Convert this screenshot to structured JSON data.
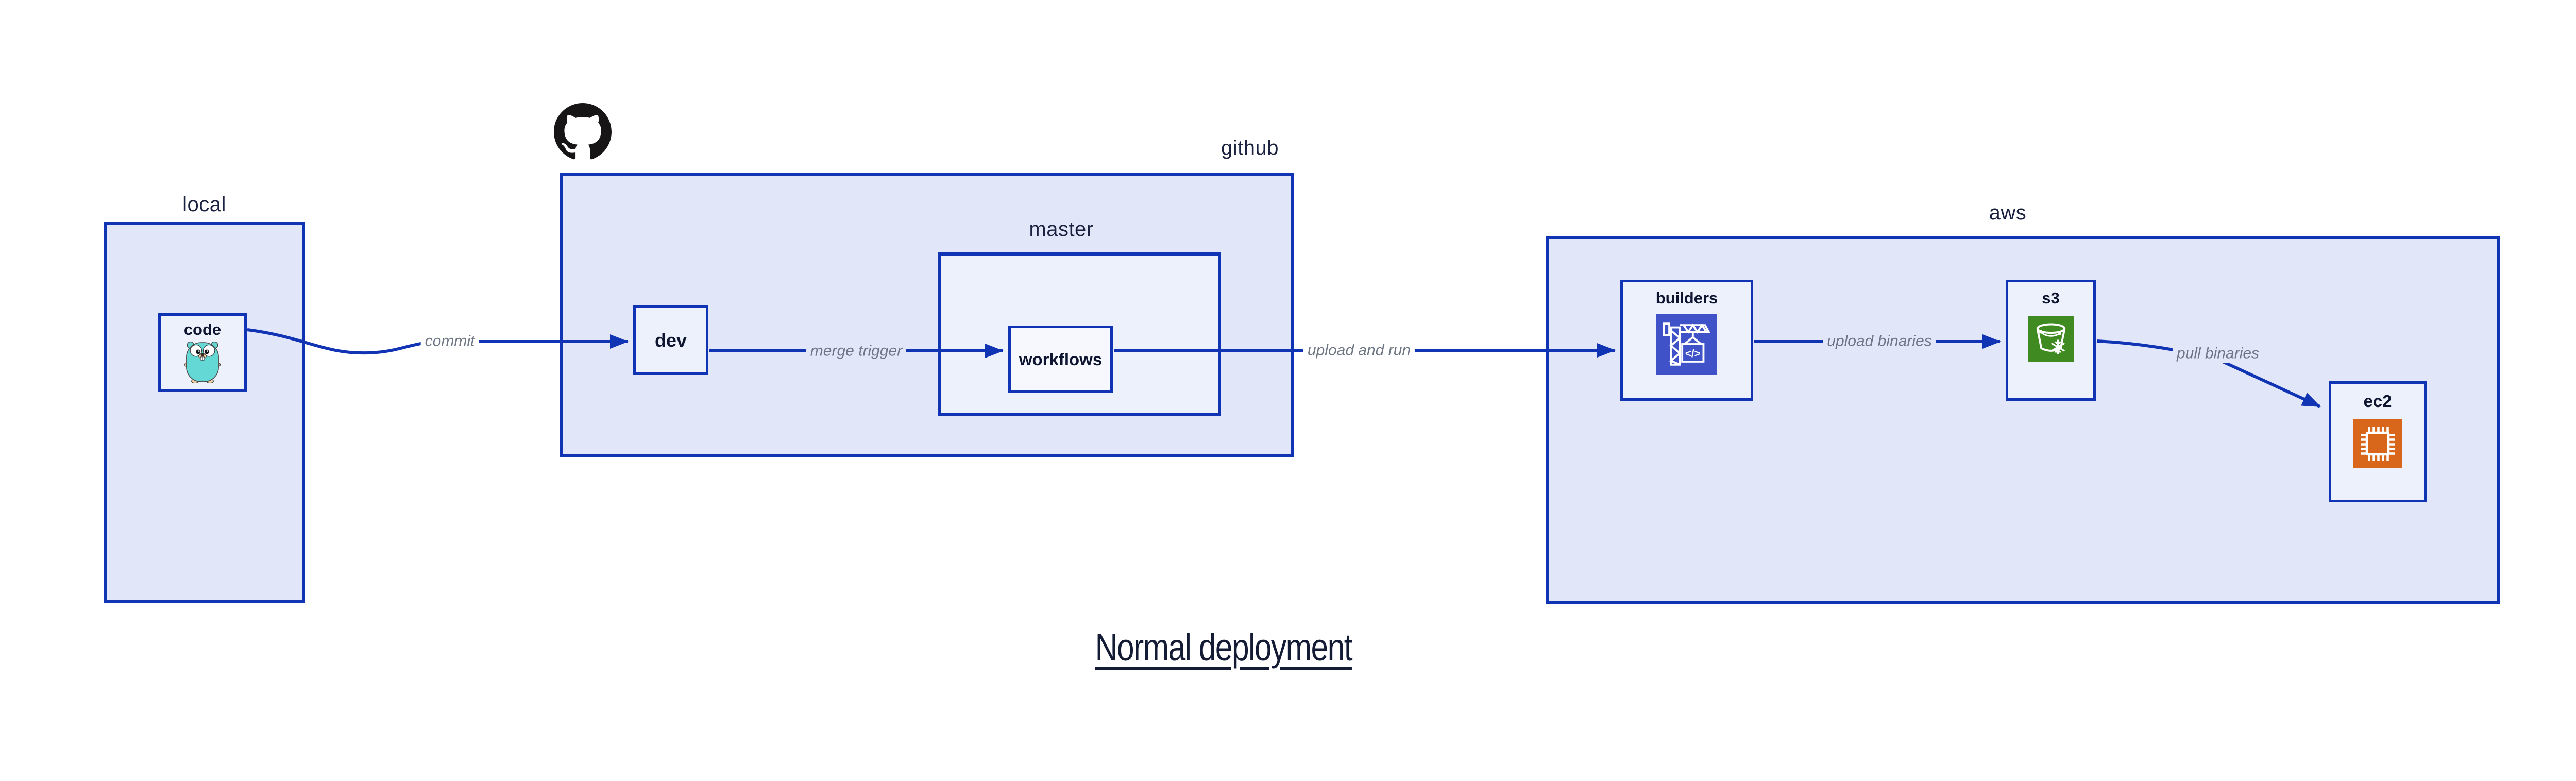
{
  "diagram": {
    "title": "Normal deployment",
    "containers": {
      "local": {
        "label": "local"
      },
      "github": {
        "label": "github",
        "logo_icon": "github-octocat-icon"
      },
      "master": {
        "label": "master"
      },
      "aws": {
        "label": "aws"
      }
    },
    "nodes": {
      "code": {
        "label": "code",
        "icon": "go-gopher-icon"
      },
      "dev": {
        "label": "dev"
      },
      "workflows": {
        "label": "workflows"
      },
      "builders": {
        "label": "builders",
        "icon": "aws-codebuild-icon"
      },
      "s3": {
        "label": "s3",
        "icon": "aws-s3-glacier-bucket-icon"
      },
      "ec2": {
        "label": "ec2",
        "icon": "aws-ec2-chip-icon"
      }
    },
    "edges": [
      {
        "from": "code",
        "to": "dev",
        "label": "commit"
      },
      {
        "from": "dev",
        "to": "workflows",
        "label": "merge trigger"
      },
      {
        "from": "workflows",
        "to": "builders",
        "label": "upload and run"
      },
      {
        "from": "builders",
        "to": "s3",
        "label": "upload binaries"
      },
      {
        "from": "s3",
        "to": "ec2",
        "label": "pull binaries"
      }
    ],
    "colors": {
      "stroke_blue": "#1134b5",
      "container_fill": "#e1e7f9",
      "node_fill": "#edf1fb",
      "inner_node_fill": "#f6f8fe",
      "label_navy": "#131b35",
      "edge_label_gray": "#6e7684",
      "github_black": "#171515",
      "gopher_teal": "#63d8d5",
      "codebuild_indigo": "#4052c8",
      "s3_glacier_green": "#3f8b22",
      "ec2_orange": "#d9671b"
    }
  }
}
